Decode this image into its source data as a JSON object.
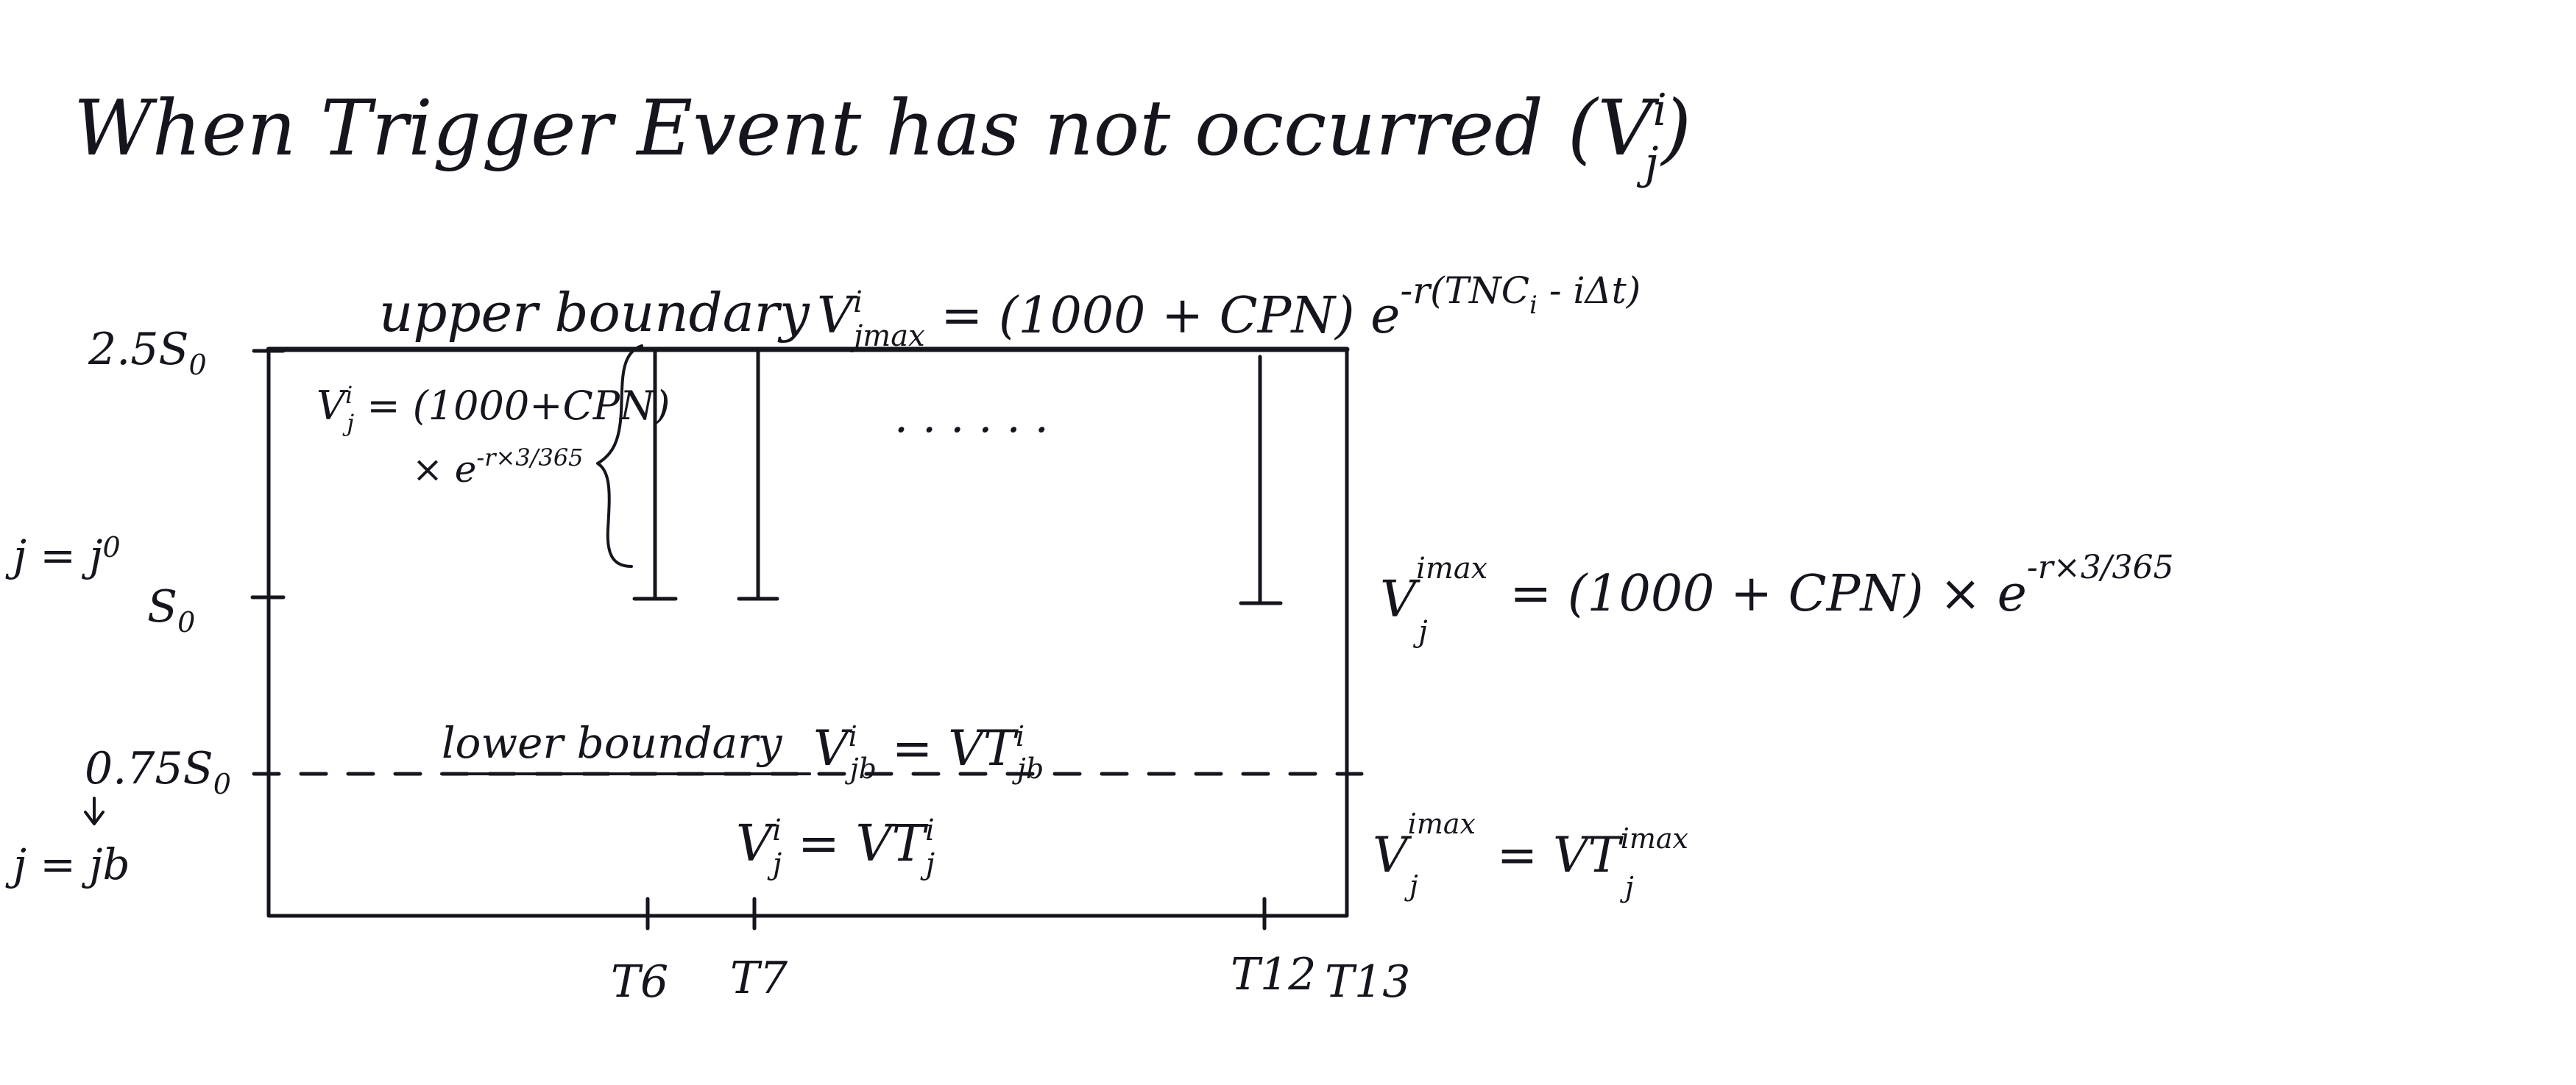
{
  "title": {
    "main": "When Trigger Event has not occurred (V",
    "sup": "i",
    "sub": "j",
    "close": ")"
  },
  "upper_boundary": {
    "label": "upper boundary",
    "formula_lhs": "V",
    "formula_sup": "i",
    "formula_sub": "jmax",
    "formula_rhs": " = (1000 + CPN) e",
    "formula_exp": "-r(TNC",
    "formula_exp_sub": "i",
    "formula_exp_tail": " - iΔt)"
  },
  "lower_boundary": {
    "label": "lower boundary",
    "formula_lhs": "V",
    "formula_sup": "i",
    "formula_sub": "jb",
    "formula_mid": " = VT",
    "formula_sup2": "i",
    "formula_sub2": "jb"
  },
  "y_labels": {
    "top": "2.5S",
    "top_sub": "0",
    "mid_left": "j = j",
    "mid_left_sub": "0",
    "mid": "S",
    "mid_sub": "0",
    "low": "0.75S",
    "low_sub": "0",
    "bottom_left": "j = jb"
  },
  "inner_formula": {
    "line1_lhs": "V",
    "line1_sup": "i",
    "line1_sub": "j",
    "line1_rhs": " = (1000+CPN)",
    "line2": "× e",
    "line2_exp": "-r×3/365"
  },
  "dots": "· · · · · ·",
  "right_formula_top": {
    "lhs": "V",
    "sup": "imax",
    "sub": "j",
    "rhs": " = (1000 + CPN) × e",
    "exp": "-r×3/365"
  },
  "middle_formula": {
    "lhs": "V",
    "sup": "i",
    "sub": "j",
    "rhs": " = VT",
    "sup2": "i",
    "sub2": "j"
  },
  "right_formula_bottom": {
    "lhs": "V",
    "sup": "imax",
    "sub": "j",
    "rhs": " = VT",
    "sup2": "imax",
    "sub2": "j"
  },
  "x_labels": [
    "T6",
    "T7",
    "T12",
    "T13"
  ],
  "colors": {
    "ink": "#15151d",
    "paper": "#ffffff"
  }
}
